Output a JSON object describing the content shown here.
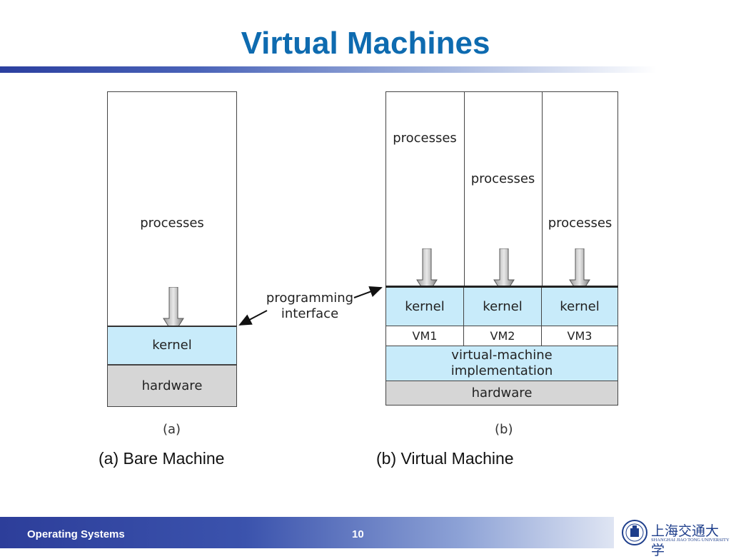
{
  "slide": {
    "title": "Virtual Machines"
  },
  "diagram_a": {
    "processes": "processes",
    "kernel": "kernel",
    "hardware": "hardware",
    "sub_label": "(a)"
  },
  "interface_label": {
    "line1": "programming",
    "line2": "interface"
  },
  "diagram_b": {
    "vms": [
      {
        "processes": "processes",
        "kernel": "kernel",
        "vm": "VM1"
      },
      {
        "processes": "processes",
        "kernel": "kernel",
        "vm": "VM2"
      },
      {
        "processes": "processes",
        "kernel": "kernel",
        "vm": "VM3"
      }
    ],
    "implementation_line1": "virtual-machine",
    "implementation_line2": "implementation",
    "hardware": "hardware",
    "sub_label": "(b)"
  },
  "captions": {
    "a": "(a) Bare Machine",
    "b": "(b) Virtual Machine"
  },
  "footer": {
    "course": "Operating Systems",
    "page": "10",
    "logo_cn": "上海交通大学",
    "logo_en": "SHANGHAI JIAO TONG UNIVERSITY"
  },
  "colors": {
    "title": "#0e6bb0",
    "kernel_fill": "#c8ebfa",
    "hardware_fill": "#d6d6d6",
    "footer_bar": "#2d3e9a"
  }
}
